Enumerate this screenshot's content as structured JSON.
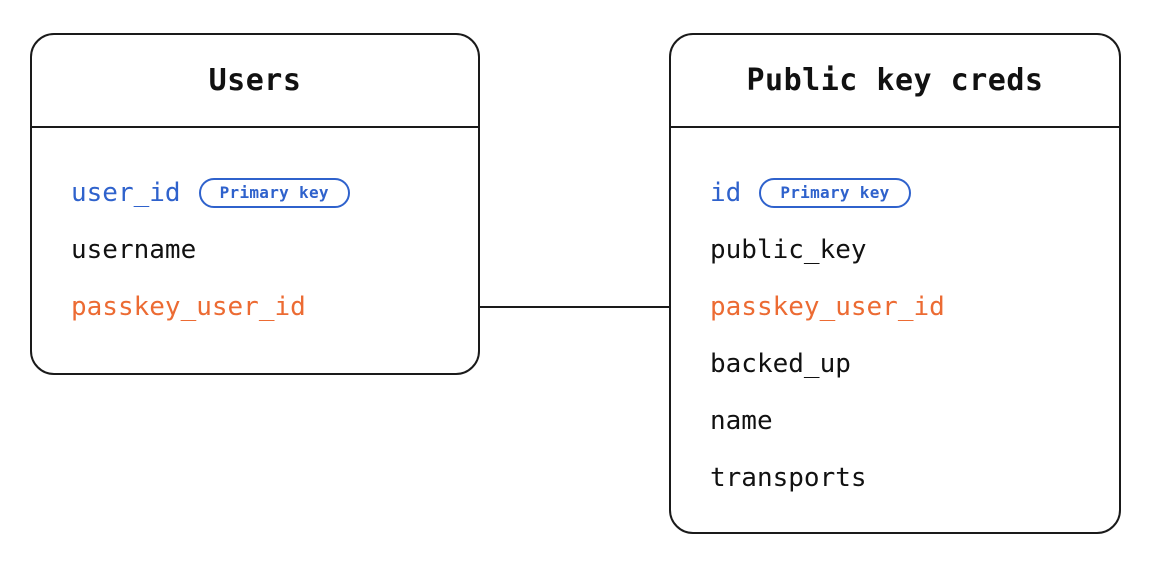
{
  "diagram": {
    "type": "entity-relationship-diagram",
    "background_color": "#ffffff",
    "colors": {
      "border": "#1a1a1a",
      "text": "#111111",
      "primary_key": "#2F62CC",
      "foreign_key": "#EC6B33",
      "connector": "#1a1a1a"
    },
    "entities": [
      {
        "id": "users",
        "title": "Users",
        "fields": [
          {
            "name": "user_id",
            "role": "key",
            "badge": "Primary key"
          },
          {
            "name": "username",
            "role": "plain",
            "badge": null
          },
          {
            "name": "passkey_user_id",
            "role": "link",
            "badge": null
          }
        ]
      },
      {
        "id": "public_key_creds",
        "title": "Public key creds",
        "fields": [
          {
            "name": "id",
            "role": "key",
            "badge": "Primary key"
          },
          {
            "name": "public_key",
            "role": "plain",
            "badge": null
          },
          {
            "name": "passkey_user_id",
            "role": "link",
            "badge": null
          },
          {
            "name": "backed_up",
            "role": "plain",
            "badge": null
          },
          {
            "name": "name",
            "role": "plain",
            "badge": null
          },
          {
            "name": "transports",
            "role": "plain",
            "badge": null
          }
        ]
      }
    ],
    "relationships": [
      {
        "from_entity": "users",
        "from_field": "passkey_user_id",
        "to_entity": "public_key_creds",
        "to_field": "passkey_user_id",
        "style": "solid-line"
      }
    ]
  }
}
